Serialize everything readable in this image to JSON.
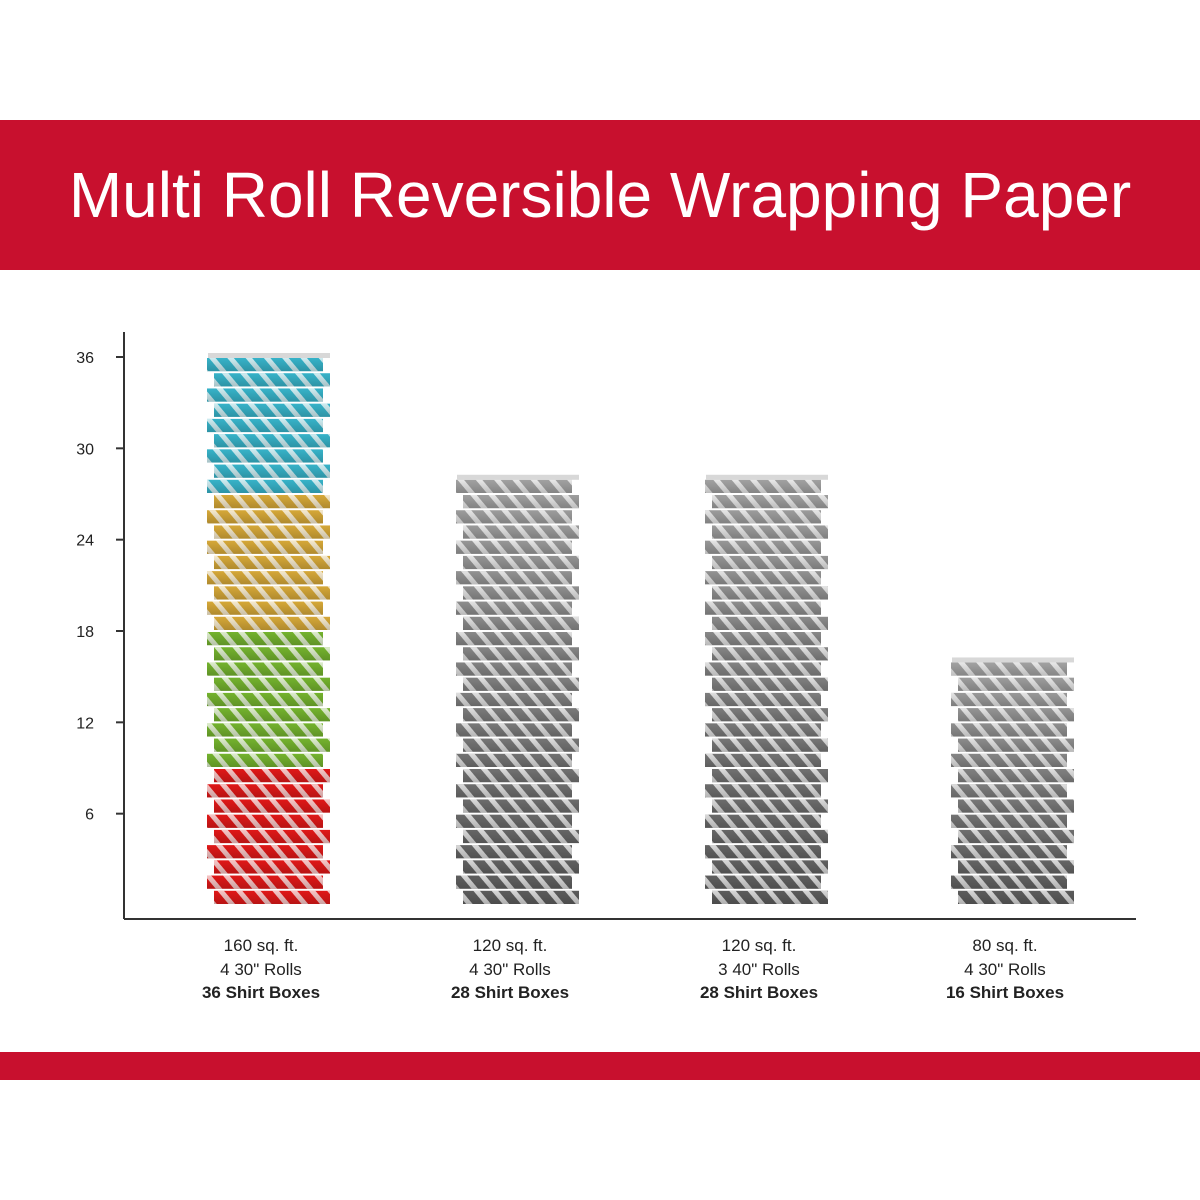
{
  "header": {
    "title": "Multi Roll Reversible Wrapping Paper",
    "band_color": "#c8102e"
  },
  "chart_data": {
    "type": "bar",
    "title": "Multi Roll Reversible Wrapping Paper",
    "xlabel": "",
    "ylabel": "",
    "ylim": [
      0,
      36
    ],
    "yticks": [
      6,
      12,
      18,
      24,
      30,
      36
    ],
    "grid": false,
    "categories": [
      {
        "line1": "160 sq. ft.",
        "line2": "4 30\" Rolls",
        "line3": "36 Shirt Boxes"
      },
      {
        "line1": "120 sq. ft.",
        "line2": "4 30\" Rolls",
        "line3": "28 Shirt Boxes"
      },
      {
        "line1": "120 sq. ft.",
        "line2": "3 40\" Rolls",
        "line3": "28 Shirt Boxes"
      },
      {
        "line1": "80 sq. ft.",
        "line2": "4 30\" Rolls",
        "line3": "16 Shirt Boxes"
      }
    ],
    "values": [
      36,
      28,
      28,
      16
    ],
    "segments": [
      [
        {
          "count": 9,
          "color": "#e01818"
        },
        {
          "count": 9,
          "color": "#74b32e"
        },
        {
          "count": 9,
          "color": "#d6a838"
        },
        {
          "count": 9,
          "color": "#37b3c9"
        }
      ],
      [
        {
          "count": 28,
          "color": "#7a7a7a"
        }
      ],
      [
        {
          "count": 28,
          "color": "#7a7a7a"
        }
      ],
      [
        {
          "count": 16,
          "color": "#7a7a7a"
        }
      ]
    ]
  }
}
